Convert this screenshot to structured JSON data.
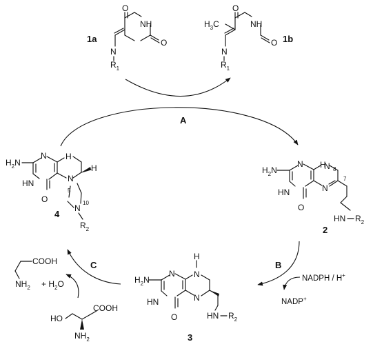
{
  "compounds": {
    "c1a": {
      "label": "1a",
      "n_sub": "1"
    },
    "c1b": {
      "label": "1b",
      "n_sub": "1",
      "methyl": "3"
    },
    "c2": {
      "label": "2",
      "n8": "8",
      "pos7": "7",
      "r_sub": "2"
    },
    "c3": {
      "label": "3",
      "r_sub": "2"
    },
    "c4": {
      "label": "4",
      "pos5": "5",
      "pos10": "10",
      "r_sub": "2"
    }
  },
  "steps": {
    "A": "A",
    "B": "B",
    "C": "C"
  },
  "reagents": {
    "nadph": "NADPH / H",
    "nadph_sup": "+",
    "nadp": "NADP",
    "nadp_sup": "+",
    "glycine_acid": "COOH",
    "glycine_amine_sub": "2",
    "water": "+ H",
    "water_sub": "2",
    "water_o": "O",
    "serine_acid": "COOH",
    "serine_ho": "HO",
    "serine_amine_sub": "2"
  }
}
